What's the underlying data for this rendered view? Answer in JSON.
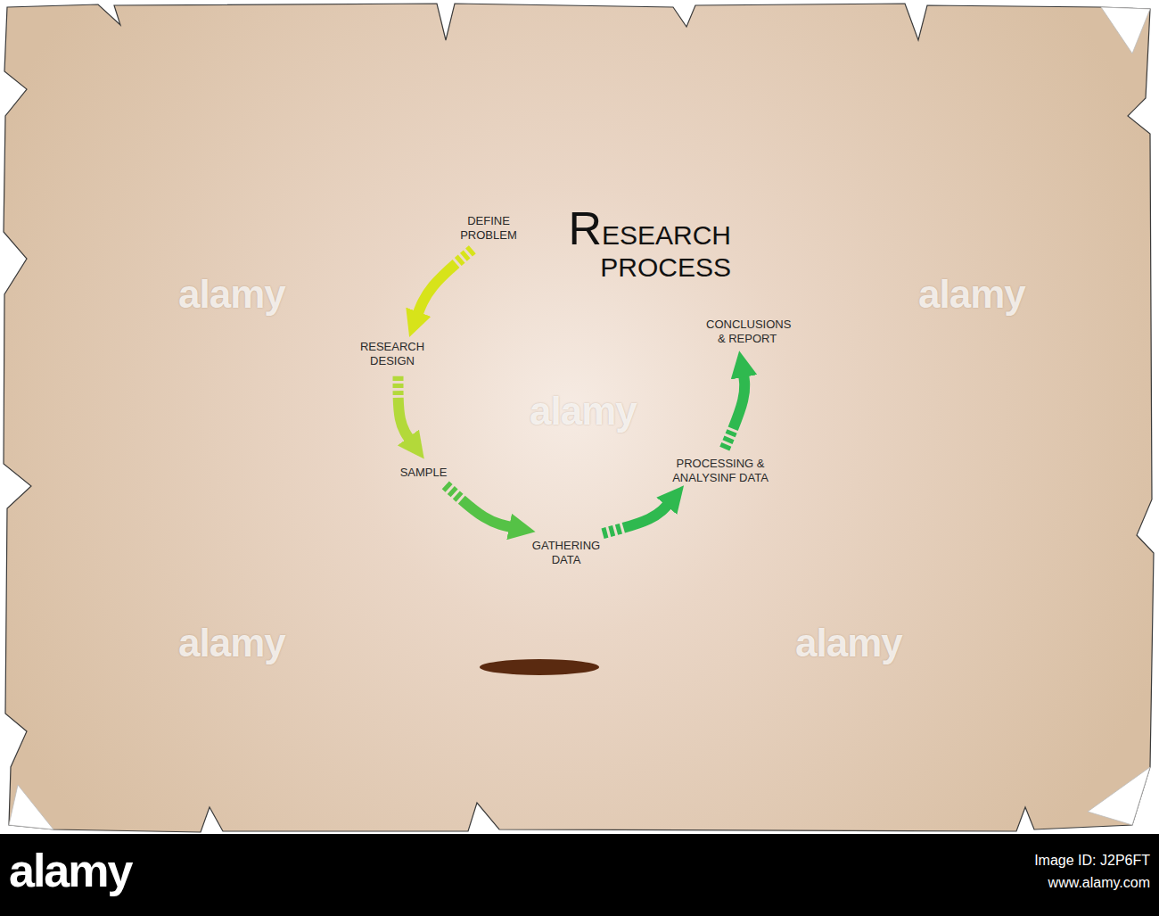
{
  "diagram": {
    "title": "RESEARCH PROCESS",
    "nodes": [
      {
        "text": [
          "DEFINE PROBLEM"
        ]
      },
      {
        "text": [
          "RESEARCH DESIGN"
        ]
      },
      {
        "text": [
          "SAMPLE"
        ]
      },
      {
        "text": [
          "GATHERING DATA"
        ]
      },
      {
        "text": [
          "PROCESSING & ANALYSINF DATA"
        ]
      },
      {
        "text": [
          "CONCLUSIONS & REPORT"
        ]
      }
    ],
    "edges": [
      {
        "from": 0,
        "to": 1,
        "arrow": "to"
      },
      {
        "from": 1,
        "to": 2,
        "arrow": "to"
      },
      {
        "from": 2,
        "to": 3,
        "arrow": "to"
      },
      {
        "from": 3,
        "to": 4,
        "arrow": "to"
      },
      {
        "from": 4,
        "to": 5,
        "arrow": "to"
      }
    ],
    "labels": [
      "alamy",
      "alamy",
      "alamy",
      "alamy",
      "alamy",
      "alamy",
      "Image ID: J2P6FT",
      "www.alamy.com"
    ]
  }
}
